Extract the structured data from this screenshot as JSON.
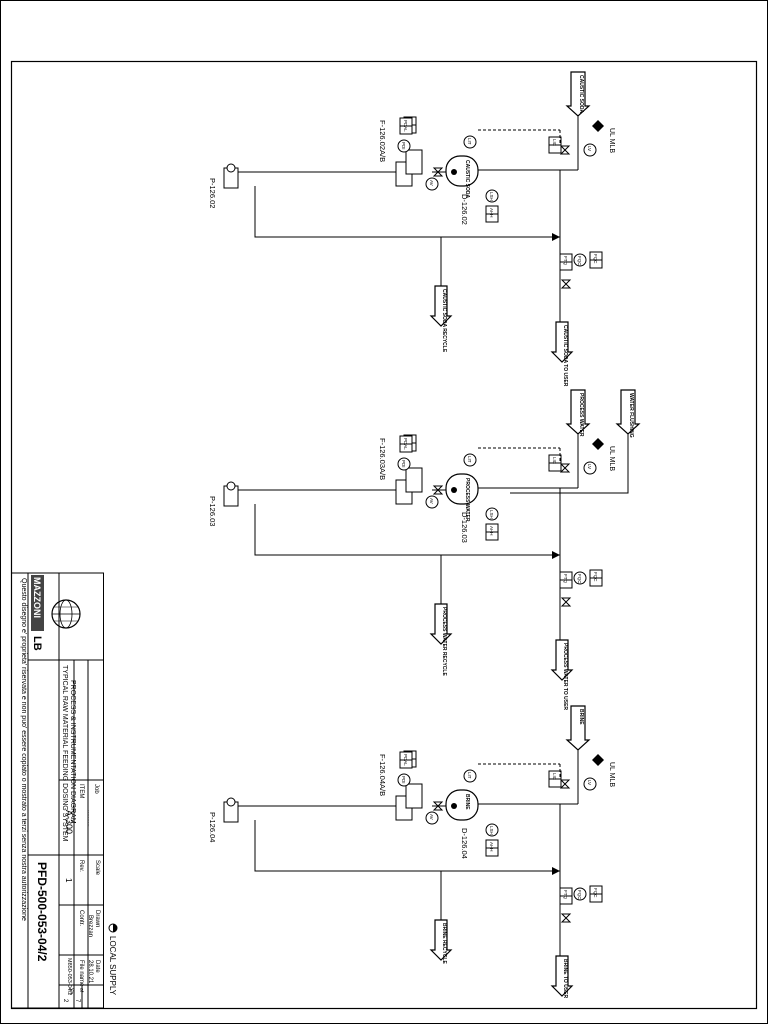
{
  "local_supply_label": "LOCAL SUPPLY",
  "title_block": {
    "copyright": "Questo disegno e' proprieta' riservata e non puo' essere copiato o mostrato a terzi senza nostra autorizzazione",
    "company_left": "MAZZONI",
    "company_right": "LB",
    "title_line1": "TYPICAL RAW MATERIAL FEEDING DOSING SYSTEM",
    "title_line2": "PROCESS & INSTRUMENTATION DIAGRAM",
    "job_label": "Job",
    "job_value": "..........",
    "item_label": "ITEM",
    "item_value": "A-300",
    "drawing_no": "PFD-500-053-04/2",
    "scale_label": "Scale",
    "scale_value": "-",
    "rev_label": "Rev.",
    "rev_value": "1",
    "drawn_label": "Drawn",
    "drawn_value": "Brezzan",
    "contr_label": "Contr.",
    "date_label": "Date",
    "date_value": "28.10.21",
    "file_label": "File name",
    "file_value": "M850-053-04/2",
    "sh_label": "Sh.",
    "sh_value": "2",
    "of_label": "of",
    "of_value": "7"
  },
  "units": [
    {
      "tank": "D-126.02",
      "tank_content": "CAUSTIC SODA",
      "filter": "F-126.02A/B",
      "pump": "P-126.02",
      "inlet": "CAUSTIC SODA",
      "outlet_low": "CAUSTIC SODA RECYCLE",
      "outlet_right": "CAUSTIC SODA TO USER",
      "ul_mlb": "UL MLB",
      "extra_inlet": ""
    },
    {
      "tank": "D-126.03",
      "tank_content": "PROCESS WATER",
      "filter": "F-126.03A/B",
      "pump": "P-126.03",
      "inlet": "PROCESS WATER",
      "outlet_low": "PROCESS WATER RECYCLE",
      "outlet_right": "PROCESS WATER TO USER",
      "ul_mlb": "UL MLB",
      "extra_inlet": "WATER FLUSHING"
    },
    {
      "tank": "D-126.04",
      "tank_content": "BRINE",
      "filter": "F-126.04A/B",
      "pump": "P-126.04",
      "inlet": "BRINE",
      "outlet_low": "BRINE RECYCLE",
      "outlet_right": "BRINE TO USER",
      "ul_mlb": "UL MLB",
      "extra_inlet": ""
    }
  ],
  "tags": {
    "lit": "LIT",
    "lic": "LIC",
    "lv": "LV",
    "lsh": "LSH",
    "lsl": "LSL",
    "ahh": "AHH",
    "all": "ALL",
    "pdi": "PDI",
    "pdal": "PDAL",
    "ftq": "FTQ",
    "fqc": "FQC",
    "av": "AV",
    "dp": "DP"
  }
}
